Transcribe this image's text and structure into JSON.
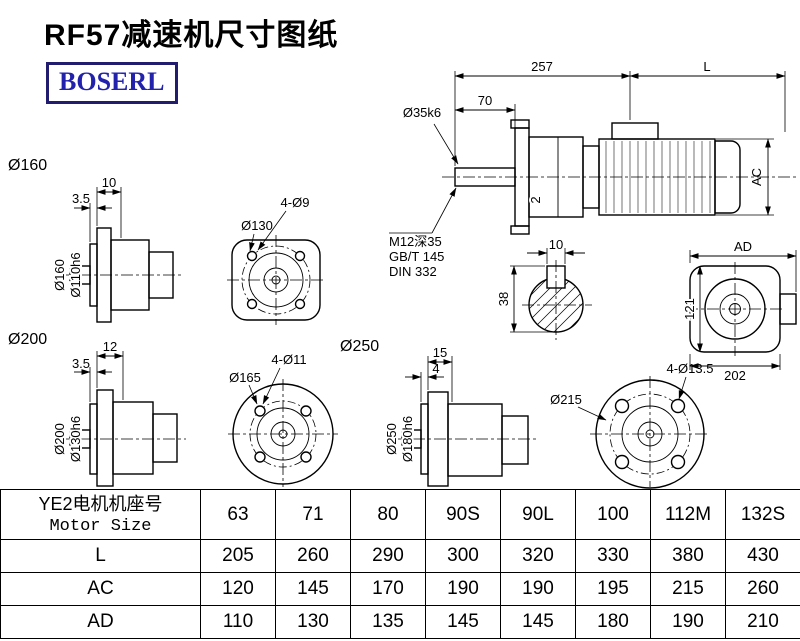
{
  "page": {
    "title": "RF57减速机尺寸图纸",
    "logo": "BOSERL"
  },
  "drawings": {
    "main": {
      "dim_257": "257",
      "dim_L": "L",
      "dim_70": "70",
      "shaft_dia": "Ø35k6",
      "dim_AC": "AC",
      "dim_2": "2",
      "tap_note_line1": "M12深35",
      "tap_note_line2": "GB/T 145",
      "tap_note_line3": "DIN 332"
    },
    "shaft_section": {
      "key_width": "10",
      "height": "38"
    },
    "ad_view": {
      "dim_AD": "AD",
      "dim_121": "121",
      "dim_202": "202"
    },
    "flange160_side": {
      "section_label": "Ø160",
      "dim_10": "10",
      "dim_3_5": "3.5",
      "flange_dia": "Ø160",
      "spigot_dia": "Ø110h6"
    },
    "flange160_front": {
      "bolt_circle": "Ø130",
      "holes": "4-Ø9"
    },
    "flange200_side": {
      "section_label": "Ø200",
      "dim_12": "12",
      "dim_3_5": "3.5",
      "flange_dia": "Ø200",
      "spigot_dia": "Ø130h6"
    },
    "flange200_front": {
      "bolt_circle": "Ø165",
      "holes": "4-Ø11"
    },
    "flange250_side": {
      "section_label": "Ø250",
      "dim_15": "15",
      "dim_4": "4",
      "flange_dia": "Ø250",
      "spigot_dia": "Ø180h6"
    },
    "flange250_front": {
      "bolt_circle": "Ø215",
      "holes": "4-Ø13.5"
    }
  },
  "table": {
    "motor_label_cn": "YE2电机机座号",
    "motor_label_en": "Motor Size",
    "sizes": [
      "63",
      "71",
      "80",
      "90S",
      "90L",
      "100",
      "112M",
      "132S"
    ],
    "rows": [
      {
        "label": "L",
        "values": [
          "205",
          "260",
          "290",
          "300",
          "320",
          "330",
          "380",
          "430"
        ]
      },
      {
        "label": "AC",
        "values": [
          "120",
          "145",
          "170",
          "190",
          "190",
          "195",
          "215",
          "260"
        ]
      },
      {
        "label": "AD",
        "values": [
          "110",
          "130",
          "135",
          "145",
          "145",
          "180",
          "190",
          "210"
        ]
      }
    ]
  },
  "colors": {
    "line": "#000000",
    "logo_text": "#2222ad",
    "logo_border": "#221c6e",
    "background": "#ffffff"
  }
}
